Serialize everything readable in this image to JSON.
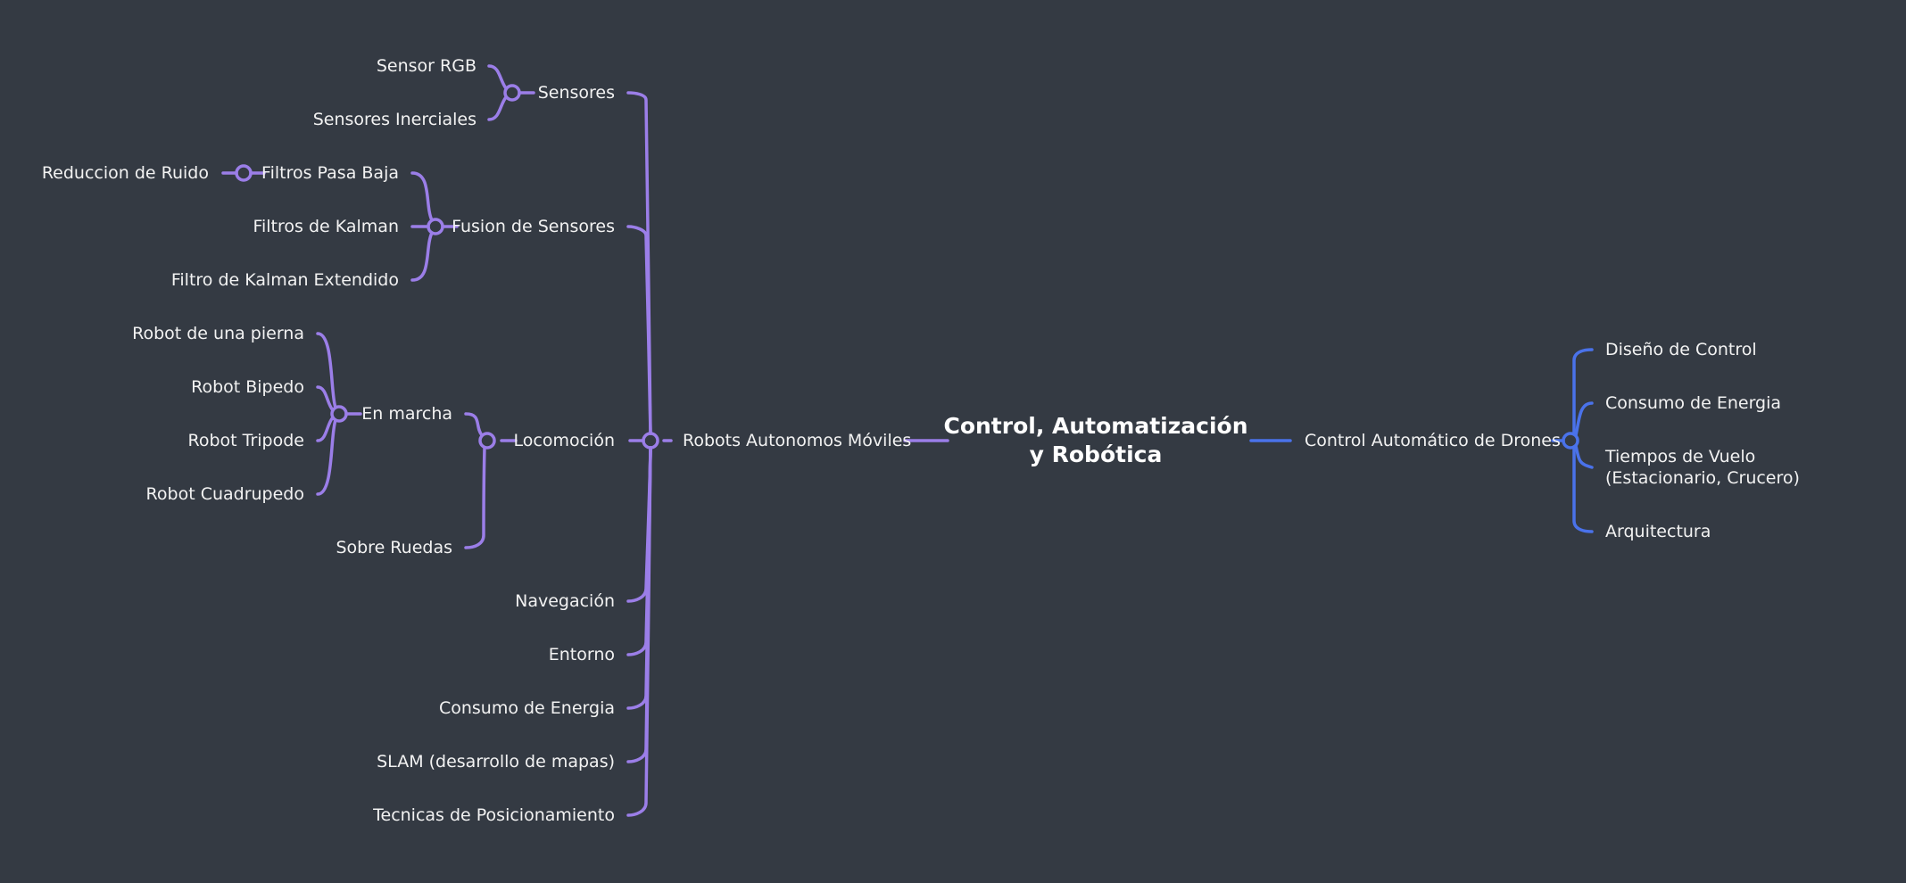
{
  "mindmap": {
    "root": {
      "line1": "Control, Automatización",
      "line2": "y Robótica"
    },
    "colors": {
      "background": "#343a43",
      "purple": "#9b7ee8",
      "blue": "#4a72ea",
      "text": "#f2f2f2"
    },
    "left": {
      "label": "Robots Autonomos Móviles",
      "sensores": {
        "label": "Sensores",
        "children": [
          "Sensor RGB",
          "Sensores Inerciales"
        ]
      },
      "fusion": {
        "label": "Fusion de Sensores",
        "filtros_pasa_baja": {
          "label": "Filtros Pasa Baja",
          "child": "Reduccion de Ruido"
        },
        "kalman": "Filtros de Kalman",
        "kalman_ext": "Filtro de Kalman Extendido"
      },
      "locomocion": {
        "label": "Locomoción",
        "en_marcha": {
          "label": "En marcha",
          "children": [
            "Robot de una pierna",
            "Robot Bipedo",
            "Robot Tripode",
            "Robot Cuadrupedo"
          ]
        },
        "sobre_ruedas": "Sobre Ruedas"
      },
      "others": [
        "Navegación",
        "Entorno",
        "Consumo de Energia",
        "SLAM (desarrollo de mapas)",
        "Tecnicas de Posicionamiento"
      ]
    },
    "right": {
      "label": "Control Automático de Drones",
      "children": [
        "Diseño de Control",
        "Consumo de Energia",
        "Tiempos de Vuelo (Estacionario, Crucero)",
        "Arquitectura"
      ]
    }
  }
}
